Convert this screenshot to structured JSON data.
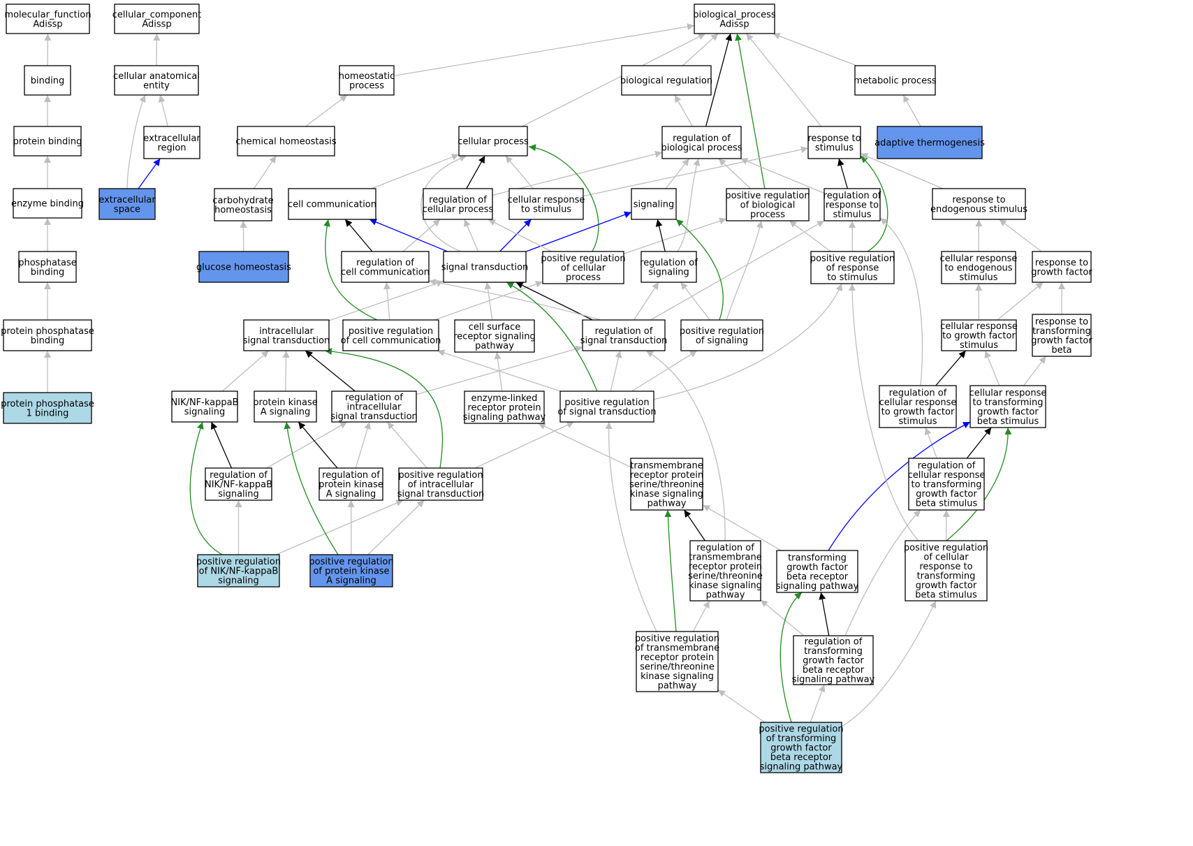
{
  "colors": {
    "default_fill": "#ffffff",
    "light_blue": "#add8e6",
    "cornflower": "#6495ed",
    "is_a": "#bebebe",
    "regulates": "#000000",
    "positively_regulates": "#228b22",
    "part_of": "#0000ff"
  },
  "nodes": [
    {
      "id": "mf",
      "lines": [
        "molecular_function",
        "Adissp"
      ],
      "fill": "default"
    },
    {
      "id": "cc",
      "lines": [
        "cellular_component",
        "Adissp"
      ],
      "fill": "default"
    },
    {
      "id": "bp",
      "lines": [
        "biological_process",
        "Adissp"
      ],
      "fill": "default"
    },
    {
      "id": "binding",
      "lines": [
        "binding"
      ],
      "fill": "default"
    },
    {
      "id": "cae",
      "lines": [
        "cellular anatomical",
        "entity"
      ],
      "fill": "default"
    },
    {
      "id": "homeo",
      "lines": [
        "homeostatic",
        "process"
      ],
      "fill": "default"
    },
    {
      "id": "bioreg",
      "lines": [
        "biological regulation"
      ],
      "fill": "default"
    },
    {
      "id": "metab",
      "lines": [
        "metabolic process"
      ],
      "fill": "default"
    },
    {
      "id": "protbind",
      "lines": [
        "protein binding"
      ],
      "fill": "default"
    },
    {
      "id": "ecregion",
      "lines": [
        "extracellular",
        "region"
      ],
      "fill": "default"
    },
    {
      "id": "chemhomeo",
      "lines": [
        "chemical homeostasis"
      ],
      "fill": "default"
    },
    {
      "id": "cellproc",
      "lines": [
        "cellular process"
      ],
      "fill": "default"
    },
    {
      "id": "regbio",
      "lines": [
        "regulation of",
        "biological process"
      ],
      "fill": "default"
    },
    {
      "id": "respstim",
      "lines": [
        "response to",
        "stimulus"
      ],
      "fill": "default"
    },
    {
      "id": "adapt",
      "lines": [
        "adaptive thermogenesis"
      ],
      "fill": "cornflower"
    },
    {
      "id": "enzbind",
      "lines": [
        "enzyme binding"
      ],
      "fill": "default"
    },
    {
      "id": "ecspace",
      "lines": [
        "extracellular",
        "space"
      ],
      "fill": "cornflower"
    },
    {
      "id": "carbhomeo",
      "lines": [
        "carbohydrate",
        "homeostasis"
      ],
      "fill": "default"
    },
    {
      "id": "cellcomm",
      "lines": [
        "cell communication"
      ],
      "fill": "default"
    },
    {
      "id": "regcell",
      "lines": [
        "regulation of",
        "cellular process"
      ],
      "fill": "default"
    },
    {
      "id": "cellresp",
      "lines": [
        "cellular response",
        "to stimulus"
      ],
      "fill": "default"
    },
    {
      "id": "signaling",
      "lines": [
        "signaling"
      ],
      "fill": "default"
    },
    {
      "id": "posregbio",
      "lines": [
        "positive regulation",
        "of biological",
        "process"
      ],
      "fill": "default"
    },
    {
      "id": "regresp",
      "lines": [
        "regulation of",
        "response to",
        "stimulus"
      ],
      "fill": "default"
    },
    {
      "id": "respendo",
      "lines": [
        "response to",
        "endogenous stimulus"
      ],
      "fill": "default"
    },
    {
      "id": "phosbind",
      "lines": [
        "phosphatase",
        "binding"
      ],
      "fill": "default"
    },
    {
      "id": "glucose",
      "lines": [
        "glucose homeostasis"
      ],
      "fill": "cornflower"
    },
    {
      "id": "regcellcomm",
      "lines": [
        "regulation of",
        "cell communication"
      ],
      "fill": "default"
    },
    {
      "id": "sigtrans",
      "lines": [
        "signal transduction"
      ],
      "fill": "default"
    },
    {
      "id": "posregcell",
      "lines": [
        "positive regulation",
        "of cellular",
        "process"
      ],
      "fill": "default"
    },
    {
      "id": "regsig",
      "lines": [
        "regulation of",
        "signaling"
      ],
      "fill": "default"
    },
    {
      "id": "posregresp",
      "lines": [
        "positive regulation",
        "of response",
        "to stimulus"
      ],
      "fill": "default"
    },
    {
      "id": "cellrespendo",
      "lines": [
        "cellular response",
        "to endogenous",
        "stimulus"
      ],
      "fill": "default"
    },
    {
      "id": "respgf",
      "lines": [
        "response to",
        "growth factor"
      ],
      "fill": "default"
    },
    {
      "id": "protphosbind",
      "lines": [
        "protein phosphatase",
        "binding"
      ],
      "fill": "default"
    },
    {
      "id": "intrasig",
      "lines": [
        "intracellular",
        "signal transduction"
      ],
      "fill": "default"
    },
    {
      "id": "posregcellcomm",
      "lines": [
        "positive regulation",
        "of cell communication"
      ],
      "fill": "default"
    },
    {
      "id": "cellsurf",
      "lines": [
        "cell surface",
        "receptor signaling",
        "pathway"
      ],
      "fill": "default"
    },
    {
      "id": "regsigtrans",
      "lines": [
        "regulation of",
        "signal transduction"
      ],
      "fill": "default"
    },
    {
      "id": "posregsig",
      "lines": [
        "positive regulation",
        "of signaling"
      ],
      "fill": "default"
    },
    {
      "id": "cellrespgf",
      "lines": [
        "cellular response",
        "to growth factor",
        "stimulus"
      ],
      "fill": "default"
    },
    {
      "id": "resptgfb",
      "lines": [
        "response to",
        "transforming",
        "growth factor",
        "beta"
      ],
      "fill": "default"
    },
    {
      "id": "pp1",
      "lines": [
        "protein phosphatase",
        "1 binding"
      ],
      "fill": "light_blue"
    },
    {
      "id": "nfkb",
      "lines": [
        "NIK/NF-kappaB",
        "signaling"
      ],
      "fill": "default"
    },
    {
      "id": "pka",
      "lines": [
        "protein kinase",
        "A signaling"
      ],
      "fill": "default"
    },
    {
      "id": "regintra",
      "lines": [
        "regulation of",
        "intracellular",
        "signal transduction"
      ],
      "fill": "default"
    },
    {
      "id": "enzlinked",
      "lines": [
        "enzyme-linked",
        "receptor protein",
        "signaling pathway"
      ],
      "fill": "default"
    },
    {
      "id": "posregsigtrans",
      "lines": [
        "positive regulation",
        "of signal transduction"
      ],
      "fill": "default"
    },
    {
      "id": "regcellrespgf",
      "lines": [
        "regulation of",
        "cellular response",
        "to growth factor",
        "stimulus"
      ],
      "fill": "default"
    },
    {
      "id": "cellresptgfb",
      "lines": [
        "cellular response",
        "to transforming",
        "growth factor",
        "beta stimulus"
      ],
      "fill": "default"
    },
    {
      "id": "regnfkb",
      "lines": [
        "regulation of",
        "NIK/NF-kappaB",
        "signaling"
      ],
      "fill": "default"
    },
    {
      "id": "regpka",
      "lines": [
        "regulation of",
        "protein kinase",
        "A signaling"
      ],
      "fill": "default"
    },
    {
      "id": "posregintra",
      "lines": [
        "positive regulation",
        "of intracellular",
        "signal transduction"
      ],
      "fill": "default"
    },
    {
      "id": "tmrsk",
      "lines": [
        "transmembrane",
        "receptor protein",
        "serine/threonine",
        "kinase signaling",
        "pathway"
      ],
      "fill": "default"
    },
    {
      "id": "regcellresptgfb",
      "lines": [
        "regulation of",
        "cellular response",
        "to transforming",
        "growth factor",
        "beta stimulus"
      ],
      "fill": "default"
    },
    {
      "id": "posregnfkb",
      "lines": [
        "positive regulation",
        "of NIK/NF-kappaB",
        "signaling"
      ],
      "fill": "light_blue"
    },
    {
      "id": "posregpka",
      "lines": [
        "positive regulation",
        "of protein kinase",
        "A signaling"
      ],
      "fill": "cornflower"
    },
    {
      "id": "regtmrsk",
      "lines": [
        "regulation of",
        "transmembrane",
        "receptor protein",
        "serine/threonine",
        "kinase signaling",
        "pathway"
      ],
      "fill": "default"
    },
    {
      "id": "tgfbpath",
      "lines": [
        "transforming",
        "growth factor",
        "beta receptor",
        "signaling pathway"
      ],
      "fill": "default"
    },
    {
      "id": "posregcellresptgfb",
      "lines": [
        "positive regulation",
        "of cellular",
        "response to",
        "transforming",
        "growth factor",
        "beta stimulus"
      ],
      "fill": "default"
    },
    {
      "id": "posregtmrsk",
      "lines": [
        "positive regulation",
        "of transmembrane",
        "receptor protein",
        "serine/threonine",
        "kinase signaling",
        "pathway"
      ],
      "fill": "default"
    },
    {
      "id": "regtgfbpath",
      "lines": [
        "regulation of",
        "transforming",
        "growth factor",
        "beta receptor",
        "signaling pathway"
      ],
      "fill": "default"
    },
    {
      "id": "posregtgfbpath",
      "lines": [
        "positive regulation",
        "of transforming",
        "growth factor",
        "beta receptor",
        "signaling pathway"
      ],
      "fill": "light_blue"
    }
  ],
  "edges": [
    {
      "from": "binding",
      "to": "mf",
      "type": "is_a"
    },
    {
      "from": "protbind",
      "to": "binding",
      "type": "is_a"
    },
    {
      "from": "enzbind",
      "to": "protbind",
      "type": "is_a"
    },
    {
      "from": "phosbind",
      "to": "enzbind",
      "type": "is_a"
    },
    {
      "from": "protphosbind",
      "to": "phosbind",
      "type": "is_a"
    },
    {
      "from": "pp1",
      "to": "protphosbind",
      "type": "is_a"
    },
    {
      "from": "cae",
      "to": "cc",
      "type": "is_a"
    },
    {
      "from": "ecregion",
      "to": "cae",
      "type": "is_a"
    },
    {
      "from": "ecspace",
      "to": "cae",
      "type": "is_a"
    },
    {
      "from": "ecspace",
      "to": "ecregion",
      "type": "part_of"
    },
    {
      "from": "homeo",
      "to": "bp",
      "type": "is_a"
    },
    {
      "from": "chemhomeo",
      "to": "homeo",
      "type": "is_a"
    },
    {
      "from": "carbhomeo",
      "to": "chemhomeo",
      "type": "is_a"
    },
    {
      "from": "glucose",
      "to": "carbhomeo",
      "type": "is_a"
    },
    {
      "from": "cellproc",
      "to": "bp",
      "type": "is_a"
    },
    {
      "from": "bioreg",
      "to": "bp",
      "type": "is_a"
    },
    {
      "from": "metab",
      "to": "bp",
      "type": "is_a"
    },
    {
      "from": "adapt",
      "to": "metab",
      "type": "is_a"
    },
    {
      "from": "regbio",
      "to": "bioreg",
      "type": "is_a"
    },
    {
      "from": "regbio",
      "to": "bp",
      "type": "regulates"
    },
    {
      "from": "posregbio",
      "to": "bp",
      "type": "positively_regulates"
    },
    {
      "from": "respstim",
      "to": "bp",
      "type": "is_a"
    },
    {
      "from": "cellcomm",
      "to": "cellproc",
      "type": "is_a"
    },
    {
      "from": "regcell",
      "to": "cellproc",
      "type": "regulates"
    },
    {
      "from": "regcell",
      "to": "regbio",
      "type": "is_a"
    },
    {
      "from": "cellresp",
      "to": "cellproc",
      "type": "is_a"
    },
    {
      "from": "cellresp",
      "to": "respstim",
      "type": "is_a"
    },
    {
      "from": "posregcell",
      "to": "cellproc",
      "type": "positively_regulates"
    },
    {
      "from": "signaling",
      "to": "regbio",
      "type": "is_a"
    },
    {
      "from": "posregbio",
      "to": "regbio",
      "type": "is_a"
    },
    {
      "from": "regresp",
      "to": "regbio",
      "type": "is_a"
    },
    {
      "from": "regresp",
      "to": "respstim",
      "type": "regulates"
    },
    {
      "from": "posregresp",
      "to": "respstim",
      "type": "positively_regulates"
    },
    {
      "from": "respendo",
      "to": "respstim",
      "type": "is_a"
    },
    {
      "from": "regcellcomm",
      "to": "cellcomm",
      "type": "regulates"
    },
    {
      "from": "regcellcomm",
      "to": "regcell",
      "type": "is_a"
    },
    {
      "from": "sigtrans",
      "to": "cellproc",
      "type": "is_a"
    },
    {
      "from": "sigtrans",
      "to": "cellcomm",
      "type": "part_of"
    },
    {
      "from": "sigtrans",
      "to": "cellresp",
      "type": "part_of"
    },
    {
      "from": "sigtrans",
      "to": "signaling",
      "type": "part_of"
    },
    {
      "from": "sigtrans",
      "to": "regcell",
      "type": "is_a"
    },
    {
      "from": "posregcell",
      "to": "regcell",
      "type": "is_a"
    },
    {
      "from": "posregcell",
      "to": "posregbio",
      "type": "is_a"
    },
    {
      "from": "regsig",
      "to": "signaling",
      "type": "regulates"
    },
    {
      "from": "regsig",
      "to": "regbio",
      "type": "is_a"
    },
    {
      "from": "posregresp",
      "to": "regresp",
      "type": "is_a"
    },
    {
      "from": "posregresp",
      "to": "posregbio",
      "type": "is_a"
    },
    {
      "from": "cellrespendo",
      "to": "respendo",
      "type": "is_a"
    },
    {
      "from": "respgf",
      "to": "respendo",
      "type": "is_a"
    },
    {
      "from": "intrasig",
      "to": "sigtrans",
      "type": "is_a"
    },
    {
      "from": "posregcellcomm",
      "to": "cellcomm",
      "type": "positively_regulates"
    },
    {
      "from": "posregcellcomm",
      "to": "regcellcomm",
      "type": "is_a"
    },
    {
      "from": "posregcellcomm",
      "to": "posregcell",
      "type": "is_a"
    },
    {
      "from": "cellsurf",
      "to": "sigtrans",
      "type": "is_a"
    },
    {
      "from": "regsigtrans",
      "to": "sigtrans",
      "type": "regulates"
    },
    {
      "from": "regsigtrans",
      "to": "regsig",
      "type": "is_a"
    },
    {
      "from": "regsigtrans",
      "to": "regresp",
      "type": "is_a"
    },
    {
      "from": "regsigtrans",
      "to": "regcellcomm",
      "type": "is_a"
    },
    {
      "from": "posregsig",
      "to": "signaling",
      "type": "positively_regulates"
    },
    {
      "from": "posregsig",
      "to": "regsig",
      "type": "is_a"
    },
    {
      "from": "posregsig",
      "to": "posregbio",
      "type": "is_a"
    },
    {
      "from": "cellrespgf",
      "to": "cellrespendo",
      "type": "is_a"
    },
    {
      "from": "cellrespgf",
      "to": "respgf",
      "type": "is_a"
    },
    {
      "from": "resptgfb",
      "to": "respgf",
      "type": "is_a"
    },
    {
      "from": "nfkb",
      "to": "intrasig",
      "type": "is_a"
    },
    {
      "from": "pka",
      "to": "intrasig",
      "type": "is_a"
    },
    {
      "from": "regintra",
      "to": "intrasig",
      "type": "regulates"
    },
    {
      "from": "regintra",
      "to": "regsigtrans",
      "type": "is_a"
    },
    {
      "from": "enzlinked",
      "to": "cellsurf",
      "type": "is_a"
    },
    {
      "from": "posregsigtrans",
      "to": "sigtrans",
      "type": "positively_regulates"
    },
    {
      "from": "posregsigtrans",
      "to": "regsigtrans",
      "type": "is_a"
    },
    {
      "from": "posregsigtrans",
      "to": "posregsig",
      "type": "is_a"
    },
    {
      "from": "posregsigtrans",
      "to": "posregresp",
      "type": "is_a"
    },
    {
      "from": "posregsigtrans",
      "to": "posregcellcomm",
      "type": "is_a"
    },
    {
      "from": "regcellrespgf",
      "to": "cellrespgf",
      "type": "regulates"
    },
    {
      "from": "regcellrespgf",
      "to": "regresp",
      "type": "is_a"
    },
    {
      "from": "cellresptgfb",
      "to": "cellrespgf",
      "type": "is_a"
    },
    {
      "from": "cellresptgfb",
      "to": "resptgfb",
      "type": "is_a"
    },
    {
      "from": "regnfkb",
      "to": "nfkb",
      "type": "regulates"
    },
    {
      "from": "regnfkb",
      "to": "regintra",
      "type": "is_a"
    },
    {
      "from": "regpka",
      "to": "pka",
      "type": "regulates"
    },
    {
      "from": "regpka",
      "to": "regintra",
      "type": "is_a"
    },
    {
      "from": "posregintra",
      "to": "intrasig",
      "type": "positively_regulates"
    },
    {
      "from": "posregintra",
      "to": "regintra",
      "type": "is_a"
    },
    {
      "from": "posregintra",
      "to": "posregsigtrans",
      "type": "is_a"
    },
    {
      "from": "tmrsk",
      "to": "enzlinked",
      "type": "is_a"
    },
    {
      "from": "regcellresptgfb",
      "to": "cellresptgfb",
      "type": "regulates"
    },
    {
      "from": "regcellresptgfb",
      "to": "regcellrespgf",
      "type": "is_a"
    },
    {
      "from": "posregnfkb",
      "to": "nfkb",
      "type": "positively_regulates"
    },
    {
      "from": "posregnfkb",
      "to": "regnfkb",
      "type": "is_a"
    },
    {
      "from": "posregnfkb",
      "to": "posregintra",
      "type": "is_a"
    },
    {
      "from": "posregpka",
      "to": "pka",
      "type": "positively_regulates"
    },
    {
      "from": "posregpka",
      "to": "regpka",
      "type": "is_a"
    },
    {
      "from": "posregpka",
      "to": "posregintra",
      "type": "is_a"
    },
    {
      "from": "regtmrsk",
      "to": "tmrsk",
      "type": "regulates"
    },
    {
      "from": "regtmrsk",
      "to": "regsigtrans",
      "type": "is_a"
    },
    {
      "from": "tgfbpath",
      "to": "tmrsk",
      "type": "is_a"
    },
    {
      "from": "tgfbpath",
      "to": "cellresptgfb",
      "type": "part_of"
    },
    {
      "from": "posregcellresptgfb",
      "to": "cellresptgfb",
      "type": "positively_regulates"
    },
    {
      "from": "posregcellresptgfb",
      "to": "regcellresptgfb",
      "type": "is_a"
    },
    {
      "from": "posregcellresptgfb",
      "to": "posregresp",
      "type": "is_a"
    },
    {
      "from": "posregtmrsk",
      "to": "tmrsk",
      "type": "positively_regulates"
    },
    {
      "from": "posregtmrsk",
      "to": "regtmrsk",
      "type": "is_a"
    },
    {
      "from": "posregtmrsk",
      "to": "posregsigtrans",
      "type": "is_a"
    },
    {
      "from": "regtgfbpath",
      "to": "tgfbpath",
      "type": "regulates"
    },
    {
      "from": "regtgfbpath",
      "to": "regtmrsk",
      "type": "is_a"
    },
    {
      "from": "regtgfbpath",
      "to": "regcellresptgfb",
      "type": "is_a"
    },
    {
      "from": "posregtgfbpath",
      "to": "tgfbpath",
      "type": "positively_regulates"
    },
    {
      "from": "posregtgfbpath",
      "to": "regtgfbpath",
      "type": "is_a"
    },
    {
      "from": "posregtgfbpath",
      "to": "posregtmrsk",
      "type": "is_a"
    },
    {
      "from": "posregtgfbpath",
      "to": "posregcellresptgfb",
      "type": "is_a"
    }
  ]
}
